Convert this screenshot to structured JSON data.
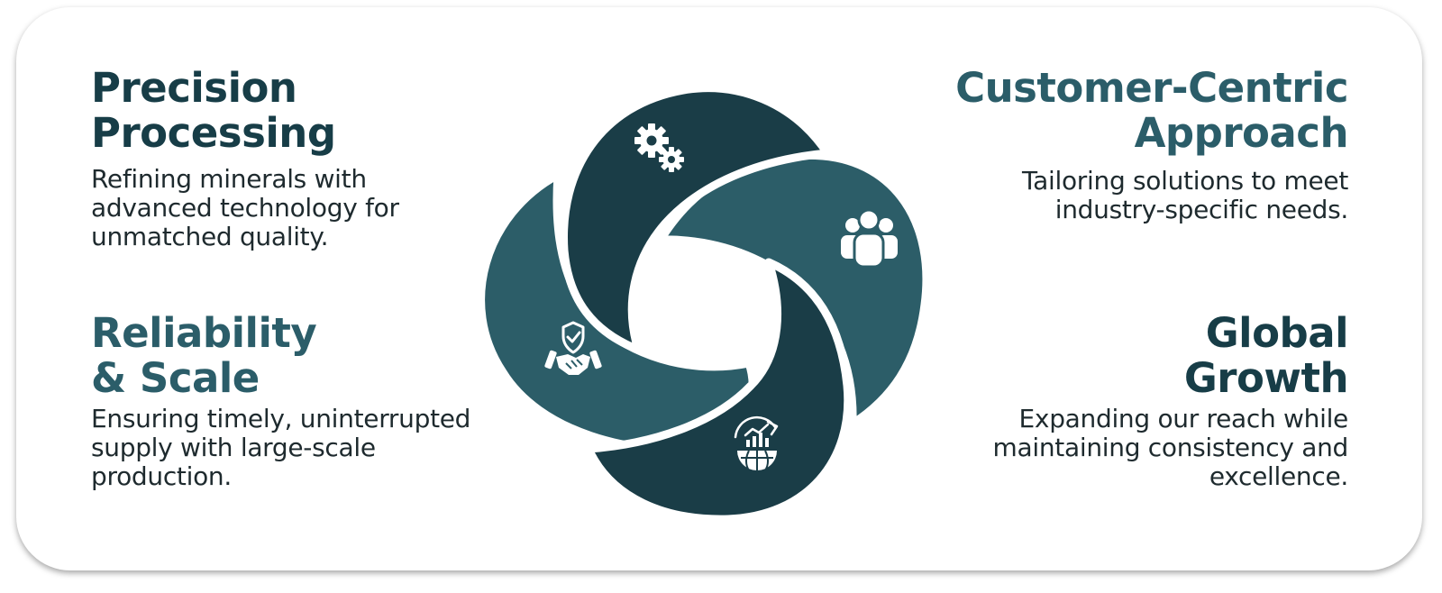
{
  "colors": {
    "dark_teal": "#1a3d47",
    "mid_teal": "#2c5d68",
    "heading_dark": "#173d47",
    "heading_mid": "#2b5d69",
    "body_text": "#1e2a2e"
  },
  "items": [
    {
      "heading": [
        "Precision",
        "Processing"
      ],
      "description": [
        "Refining minerals with",
        "advanced technology for",
        "unmatched quality."
      ],
      "icon": "gears-icon"
    },
    {
      "heading": [
        "Reliability",
        "& Scale"
      ],
      "description": [
        "Ensuring timely, uninterrupted",
        "supply with large-scale",
        "production."
      ],
      "icon": "handshake-shield-icon"
    },
    {
      "heading": [
        "Customer-Centric",
        "Approach"
      ],
      "description": [
        "Tailoring solutions to meet",
        "industry-specific needs."
      ],
      "icon": "people-group-icon"
    },
    {
      "heading": [
        "Global",
        "Growth"
      ],
      "description": [
        "Expanding our reach while",
        "maintaining consistency and",
        "excellence."
      ],
      "icon": "globe-growth-icon"
    }
  ]
}
